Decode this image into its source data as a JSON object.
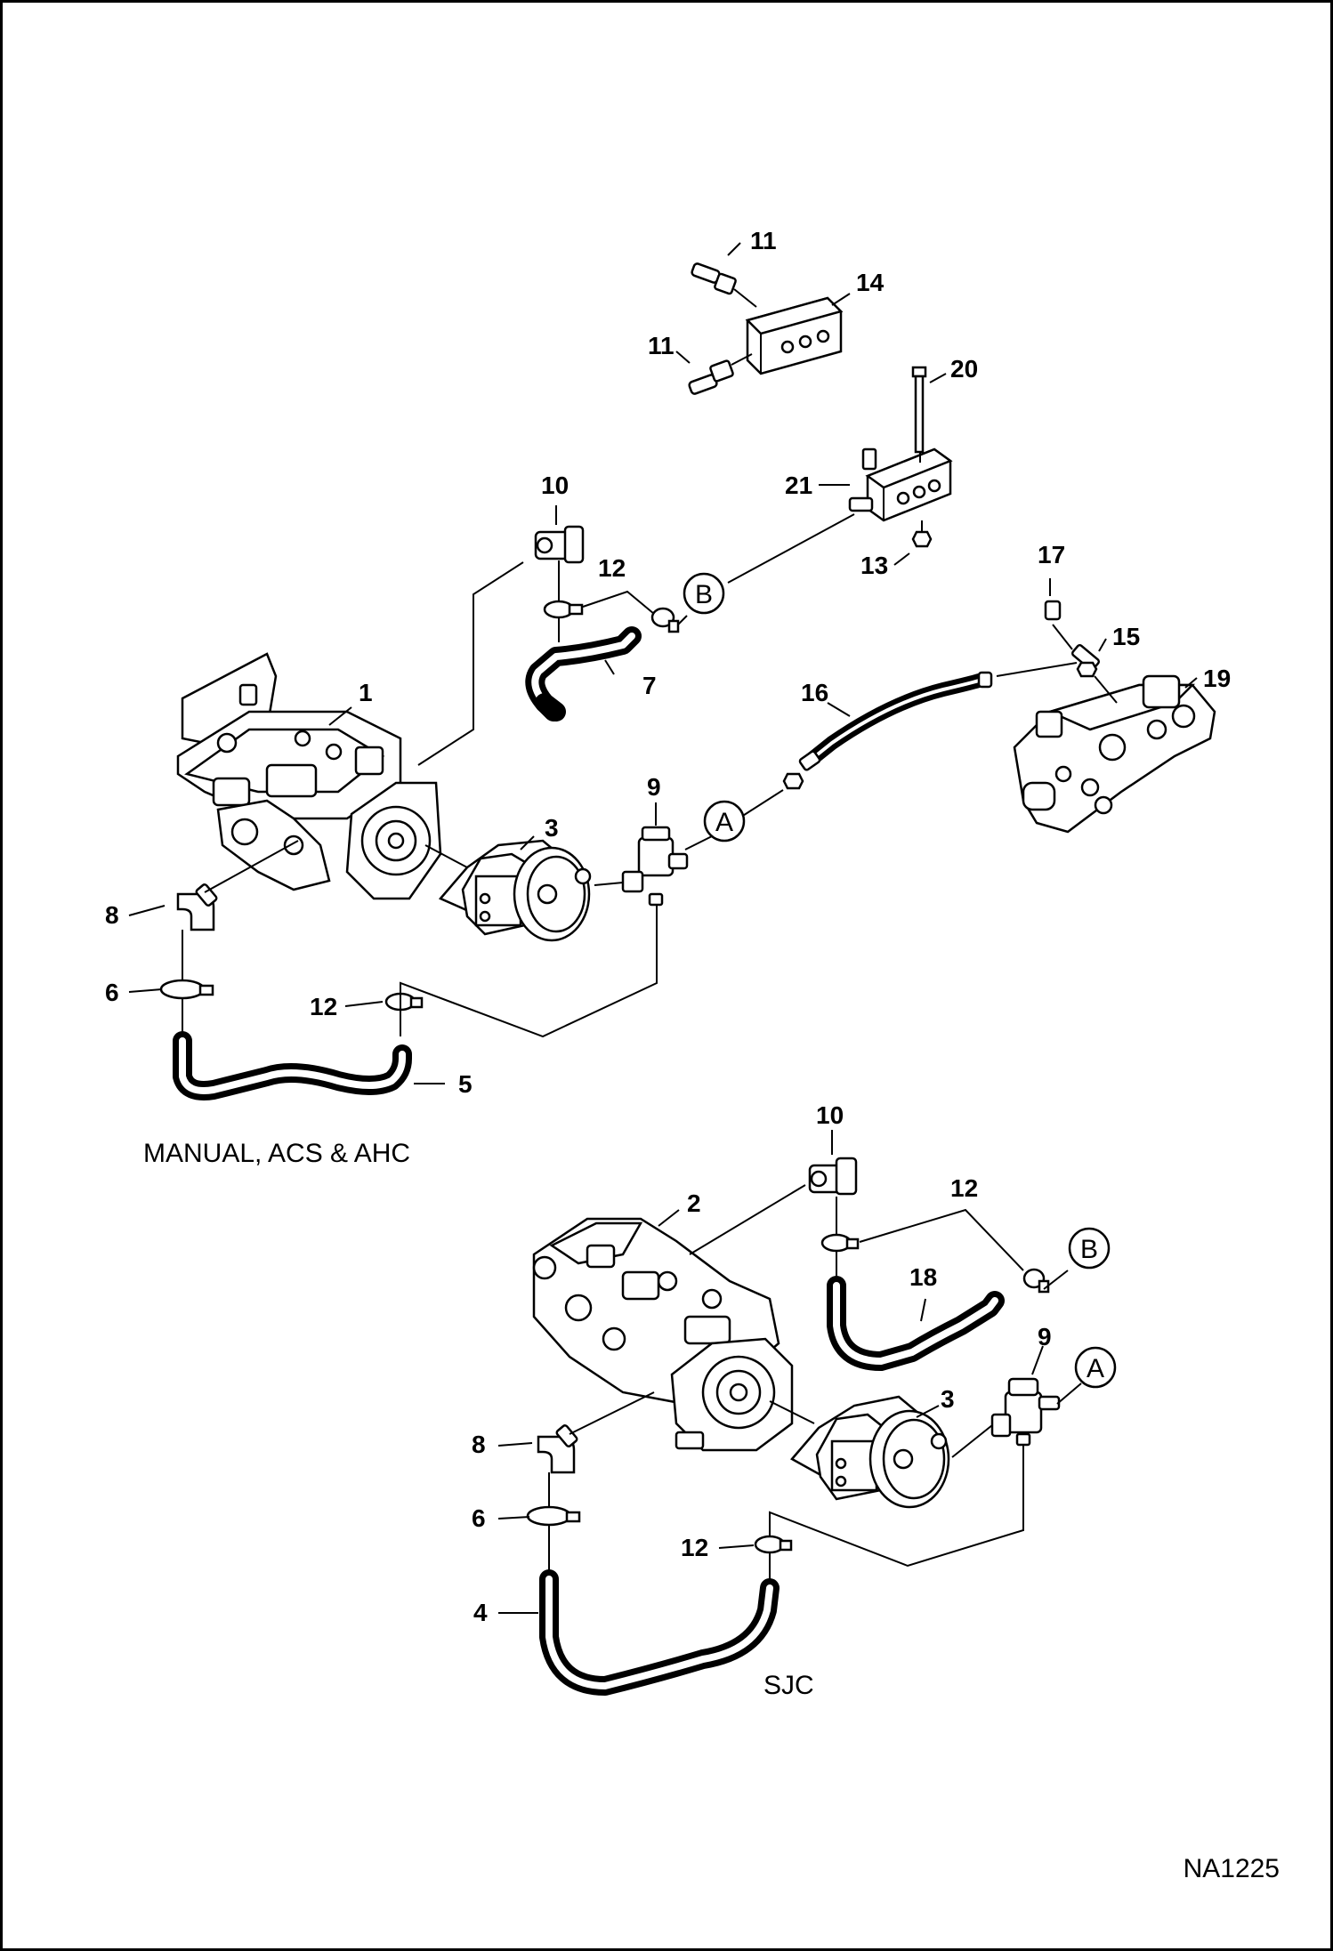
{
  "drawing_number": "NA1225",
  "captions": {
    "top_assembly": "MANUAL, ACS & AHC",
    "bottom_assembly": "SJC"
  },
  "connection_refs": {
    "a": "A",
    "b": "B"
  },
  "callouts": {
    "top": {
      "c1": "1",
      "c3": "3",
      "c5": "5",
      "c6": "6",
      "c7": "7",
      "c8": "8",
      "c9": "9",
      "c10": "10",
      "c11a": "11",
      "c11b": "11",
      "c12a": "12",
      "c12b": "12",
      "c13": "13",
      "c14": "14",
      "c15": "15",
      "c16": "16",
      "c17": "17",
      "c19": "19",
      "c20": "20",
      "c21": "21"
    },
    "bottom": {
      "c2": "2",
      "c3": "3",
      "c4": "4",
      "c6": "6",
      "c8": "8",
      "c9": "9",
      "c10": "10",
      "c12a": "12",
      "c12b": "12",
      "c18": "18"
    }
  }
}
